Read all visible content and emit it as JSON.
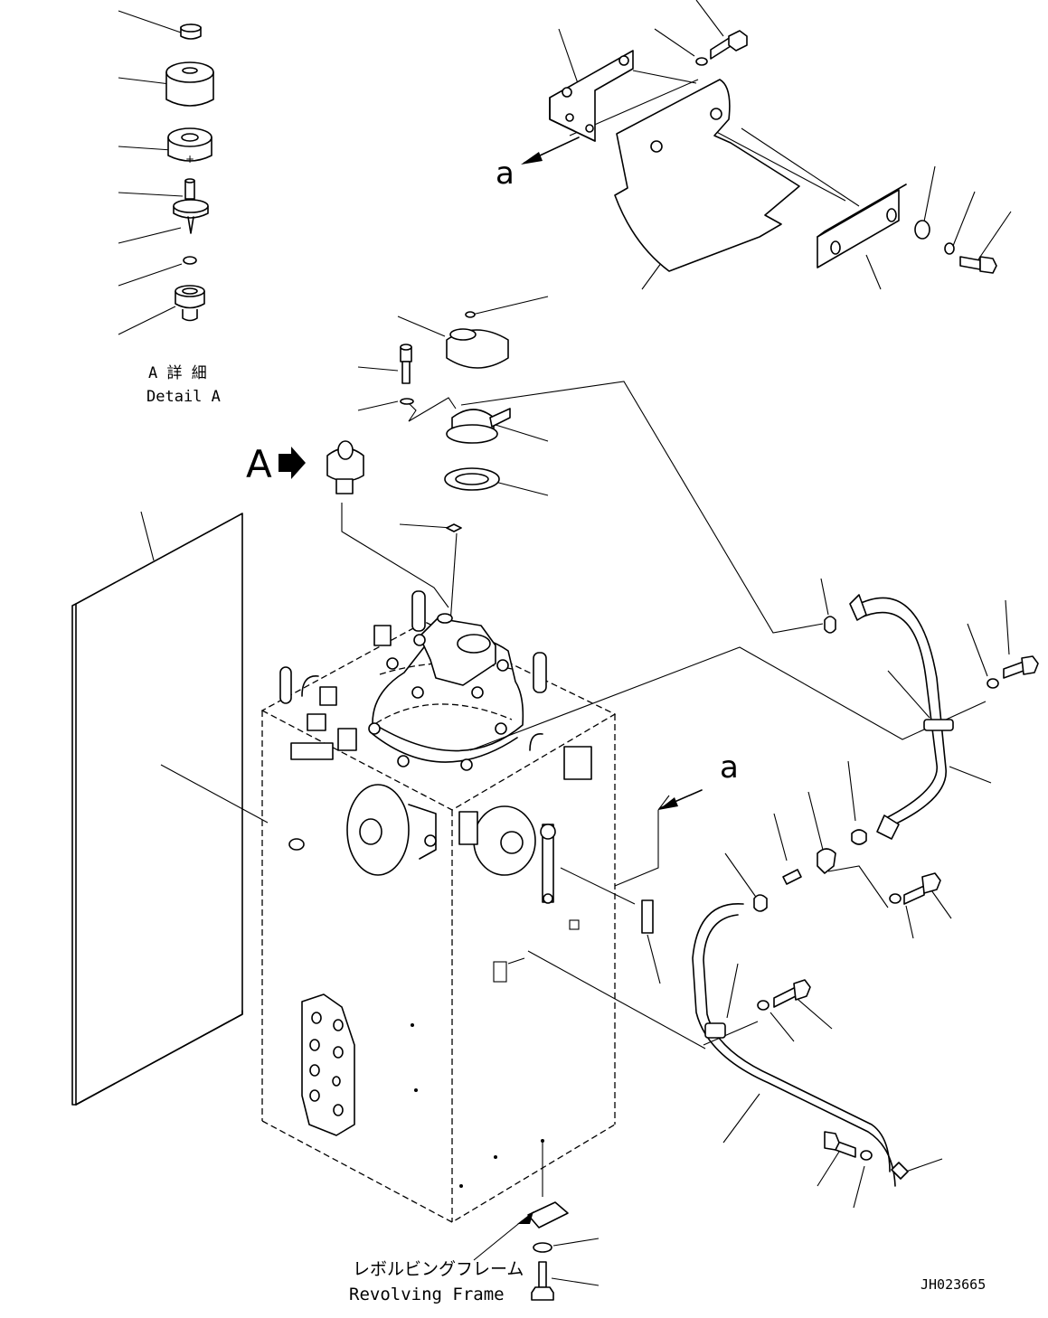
{
  "diagram": {
    "detail_label_jp": "A 詳 細",
    "detail_label_en": "Detail A",
    "view_marker": "A",
    "section_marker_top": "a",
    "section_marker_mid": "a",
    "frame_label_jp": "レボルビングフレーム",
    "frame_label_en": "Revolving Frame",
    "drawing_code": "JH023665"
  }
}
